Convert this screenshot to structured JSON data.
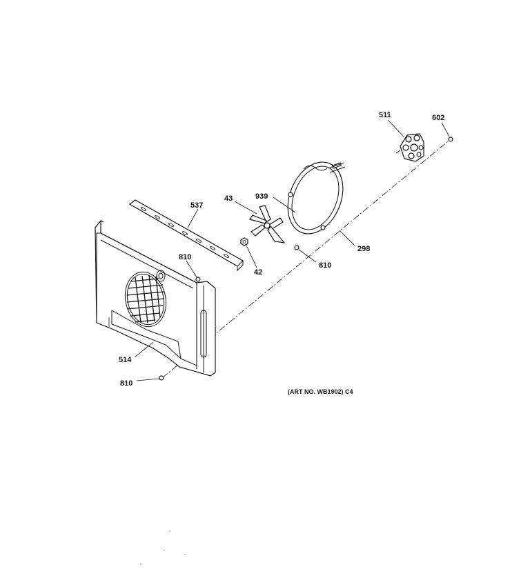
{
  "callouts": {
    "p511": "511",
    "p602": "602",
    "p939": "939",
    "p43": "43",
    "p537": "537",
    "p298": "298",
    "p810_a": "810",
    "p810_b": "810",
    "p42": "42",
    "p514": "514",
    "p810_c": "810"
  },
  "art_number": "(ART NO. WB1902) C4"
}
